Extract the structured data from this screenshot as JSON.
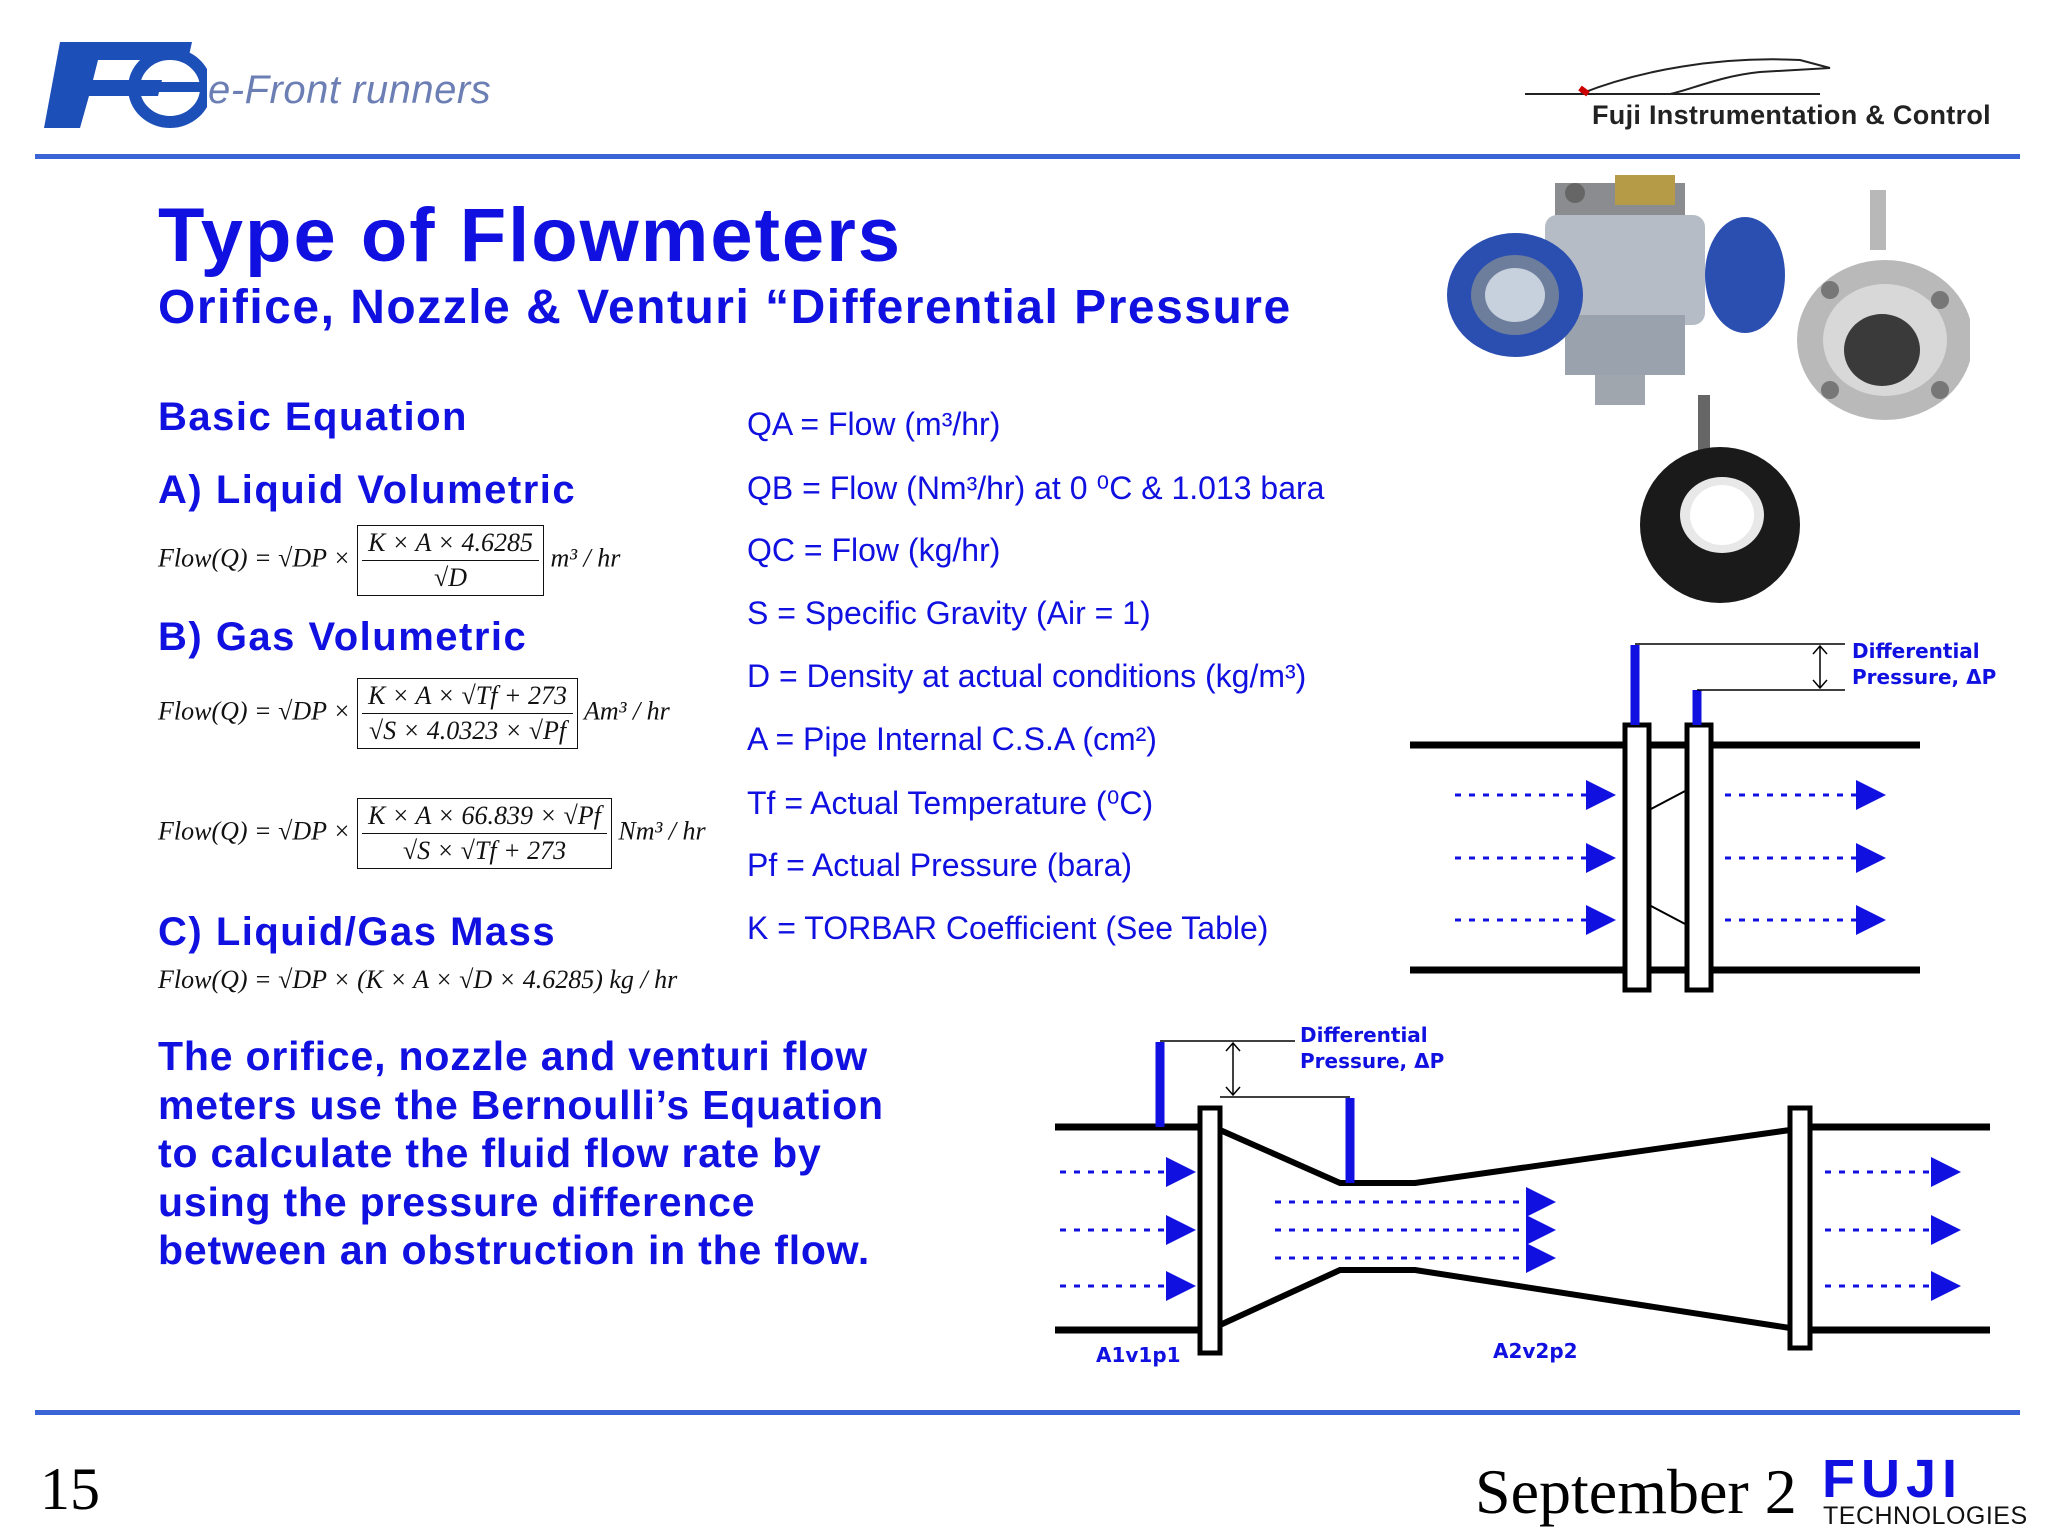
{
  "header": {
    "logo_text": "Fe",
    "tagline": "e-Front runners",
    "company": "Fuji Instrumentation & Control"
  },
  "title": "Type of Flowmeters",
  "subtitle": "Orifice, Nozzle & Venturi  “Differential Pressure",
  "equations": {
    "heading": "Basic Equation",
    "liquid_vol": {
      "label": "A) Liquid Volumetric",
      "lhs": "Flow(Q) = √DP ×",
      "num": "K × A × 4.6285",
      "den": "√D",
      "unit": "m³ / hr"
    },
    "gas_vol": {
      "label": "B) Gas Volumetric",
      "lhs": "Flow(Q) = √DP ×",
      "num1": "K × A × √Tf + 273",
      "den1": "√S × 4.0323 × √Pf",
      "unit1": "Am³ / hr",
      "num2": "K × A × 66.839 × √Pf",
      "den2": "√S × √Tf + 273",
      "unit2": "Nm³ / hr"
    },
    "mass": {
      "label": "C) Liquid/Gas Mass",
      "formula": "Flow(Q) = √DP × (K × A × √D × 4.6285) kg / hr"
    }
  },
  "definitions": [
    "QA = Flow (m³/hr)",
    "QB = Flow (Nm³/hr) at 0 ⁰C & 1.013 bara",
    "QC = Flow (kg/hr)",
    "S = Specific Gravity (Air = 1)",
    "D = Density at actual conditions (kg/m³)",
    "A = Pipe Internal C.S.A (cm²)",
    "Tf = Actual Temperature (⁰C)",
    "Pf = Actual Pressure (bara)",
    "K = TORBAR Coefficient (See Table)"
  ],
  "paragraph": [
    "The orifice, nozzle and venturi flow",
    "meters use the Bernoulli’s Equation",
    "to calculate the fluid flow rate by",
    "using the pressure difference",
    "between an obstruction in the flow."
  ],
  "diagrams": {
    "orifice_dp_line1": "Differential",
    "orifice_dp_line2": "Pressure, ΔP",
    "venturi_dp_line1": "Differential",
    "venturi_dp_line2": "Pressure, ΔP",
    "label_a1": "A1v1p1",
    "label_a2": "A2v2p2"
  },
  "footer": {
    "page_number": "15",
    "date": "September 2",
    "brand": "FUJI",
    "brand_sub": "TECHNOLOGIES"
  },
  "colors": {
    "text_blue": "#1010e0",
    "rule_blue": "#3b64d6",
    "transmitter_blue": "#2b4fb0"
  }
}
